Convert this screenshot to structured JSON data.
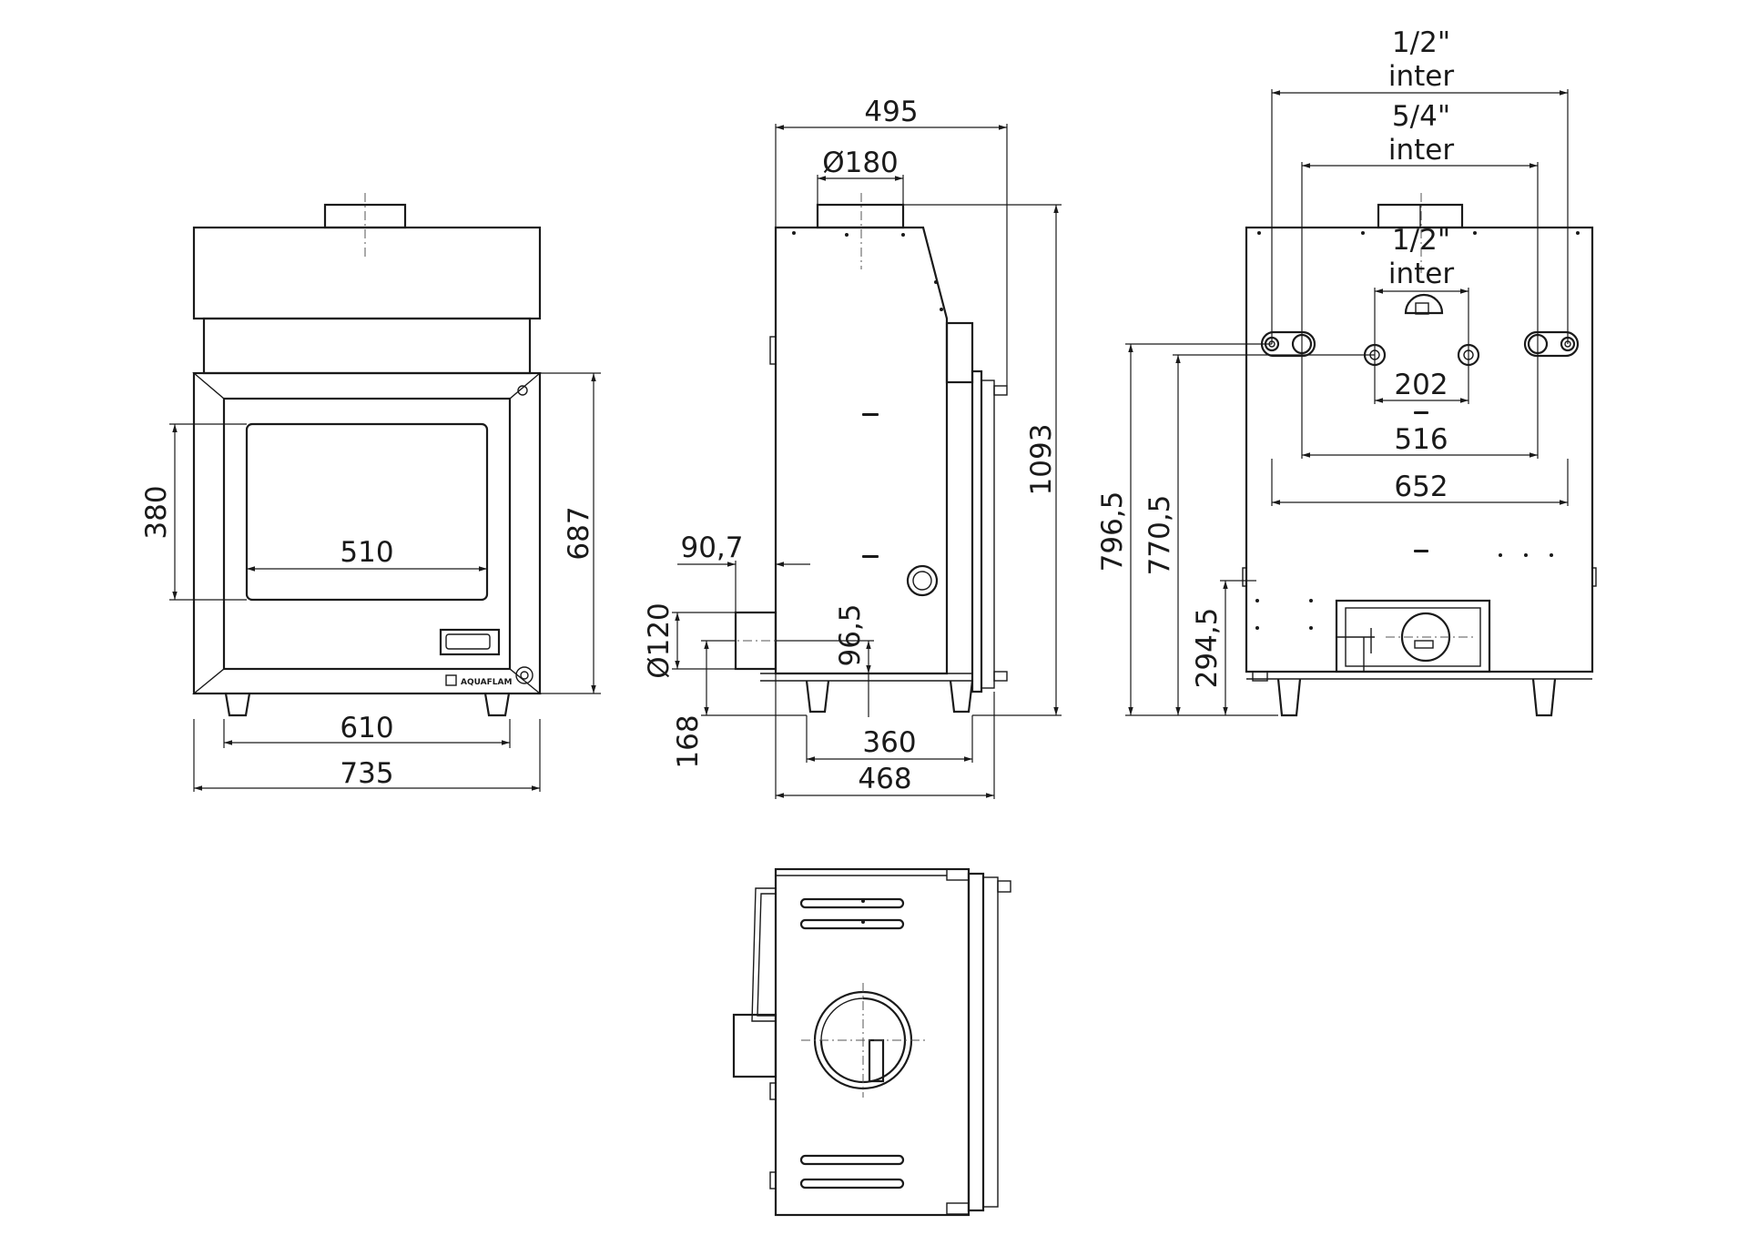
{
  "front_view": {
    "width_total": "735",
    "width_feet": "610",
    "glass_width": "510",
    "glass_height": "380",
    "height_front": "687",
    "brand": "AQUAFLAM"
  },
  "side_view": {
    "depth_top": "495",
    "flue_diameter": "Ø180",
    "height_total": "1093",
    "air_inlet_offset": "90,7",
    "air_inlet_diameter": "Ø120",
    "air_inlet_height": "96,5",
    "foot_height": "168",
    "feet_spacing": "360",
    "depth_body": "468"
  },
  "rear_view": {
    "conn_outer_size": "1/2\"",
    "conn_outer_type": "inter",
    "conn_main_size": "5/4\"",
    "conn_main_type": "inter",
    "conn_inner_size": "1/2\"",
    "conn_inner_type": "inter",
    "inner_spacing": "202",
    "main_spacing": "516",
    "outer_spacing": "652",
    "height_outer": "796,5",
    "height_main": "770,5",
    "height_air": "294,5"
  }
}
